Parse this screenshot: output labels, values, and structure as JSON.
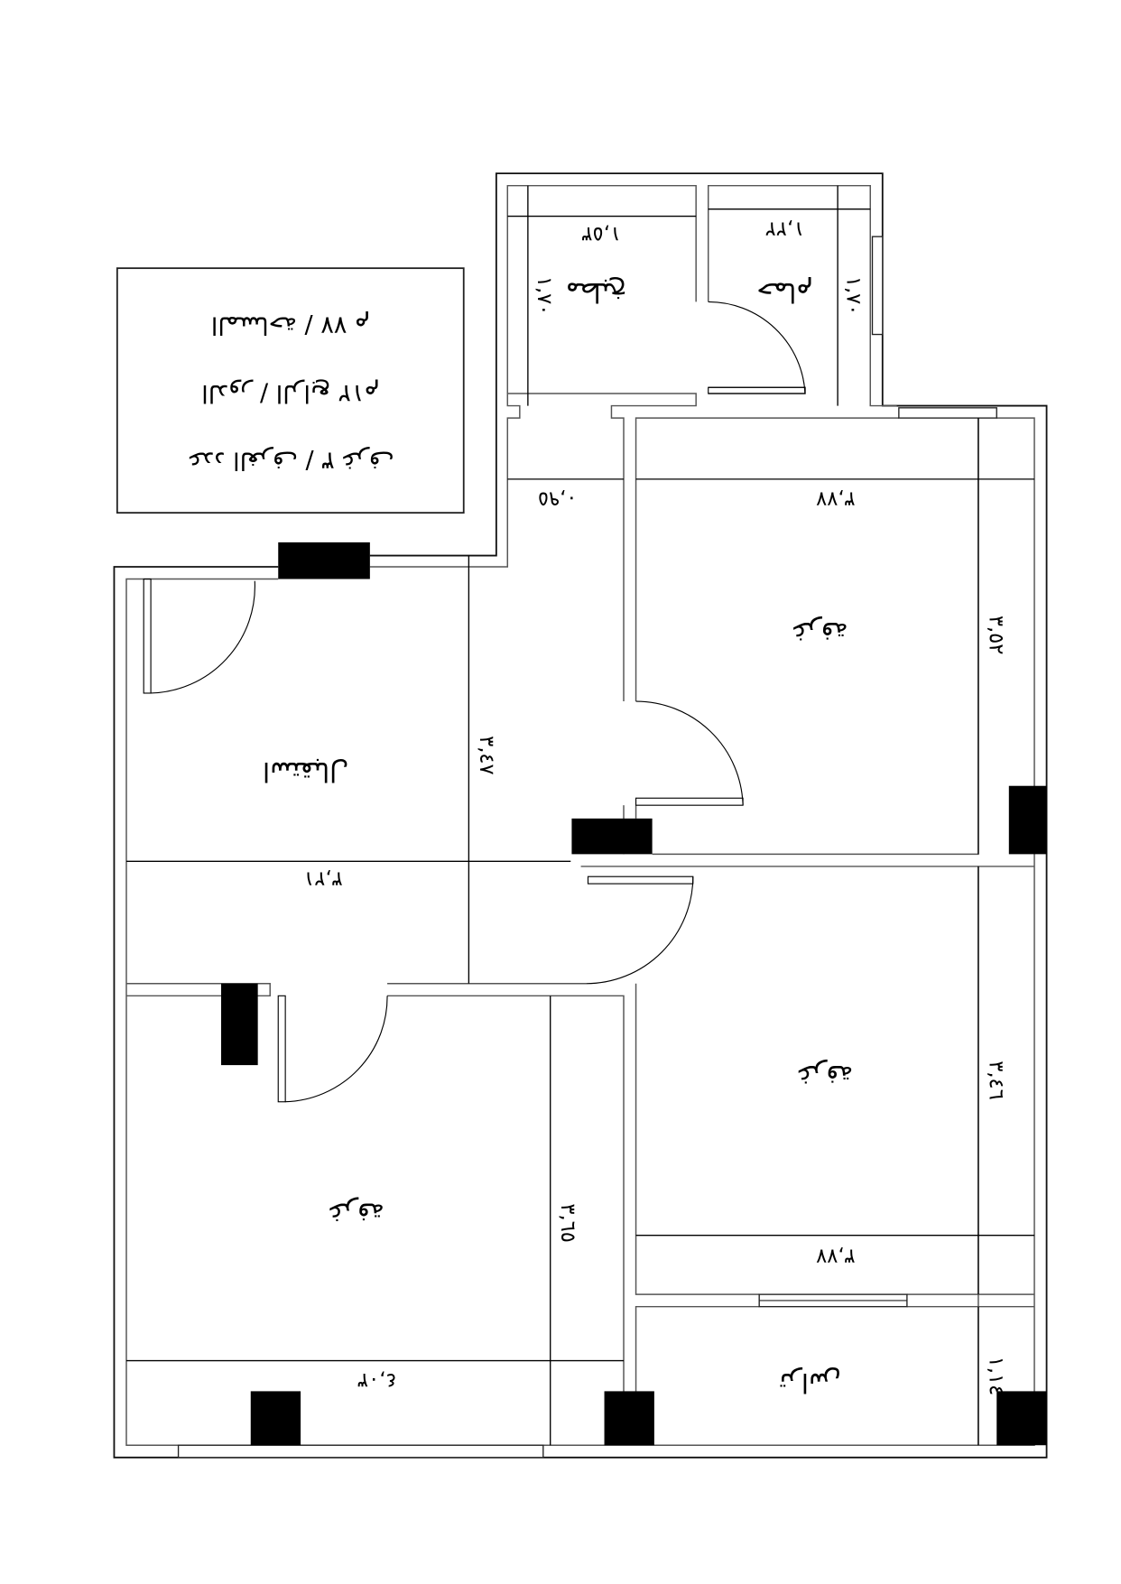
{
  "info_box": {
    "line1": "المساحة / ٧٧ م",
    "line2": "الدور / الرابع ١٢م",
    "line3": "عدد الغرف / ٣ غرف"
  },
  "rooms": {
    "kitchen": "مطبخ",
    "bathroom": "حمام",
    "reception": "استقبال",
    "bedroom_top_right": "غرفة",
    "bedroom_middle_right": "غرفة",
    "bedroom_bottom_left": "غرفة",
    "terrace": "تراس"
  },
  "dimensions": {
    "kitchen_width": "١,٥٣",
    "kitchen_depth": "١,٧٠",
    "bath_width": "١,٢٢",
    "bath_depth": "١,٧٠",
    "corridor_width": "٠,٩٥",
    "top_right_width": "٣,٧٧",
    "top_right_depth": "٣,٥٢",
    "reception_depth": "٣,٤٧",
    "reception_width": "٣,٢١",
    "middle_right_depth": "٣,٤٦",
    "middle_right_width": "٣,٧٧",
    "bottom_left_depth": "٣,٦٥",
    "bottom_left_width": "٤,٠٣",
    "terrace_depth": "١,١٤"
  }
}
